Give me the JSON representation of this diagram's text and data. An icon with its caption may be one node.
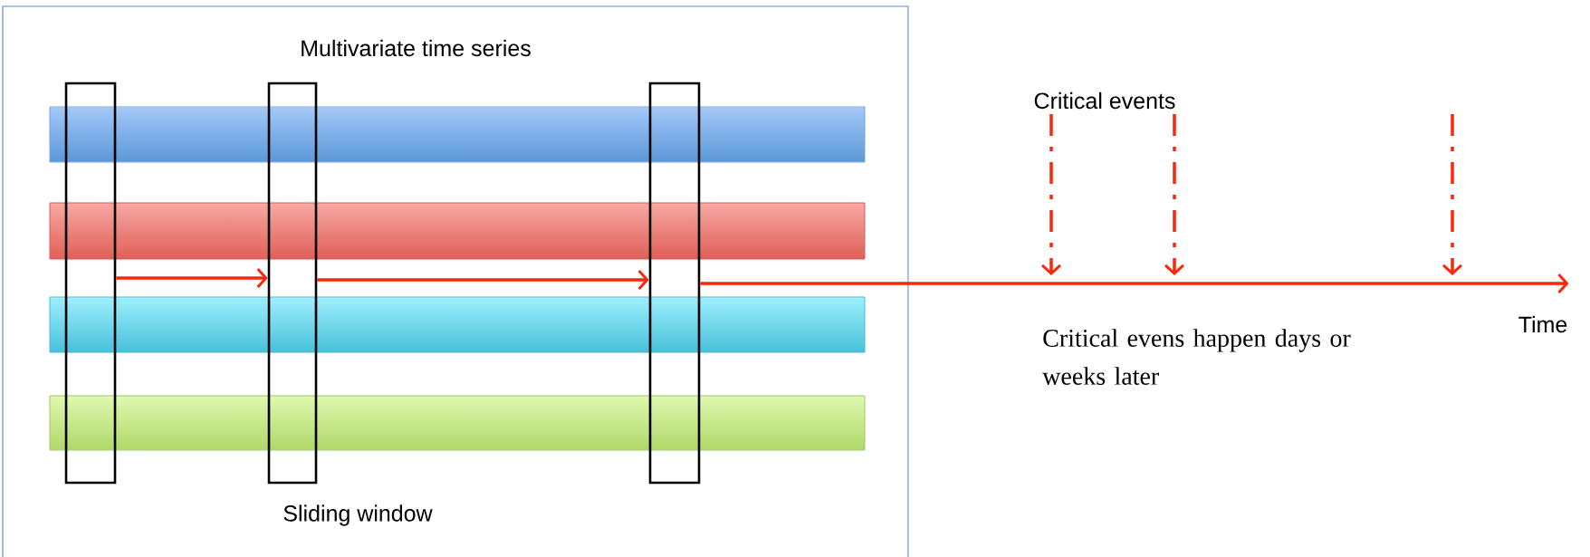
{
  "diagram": {
    "nodes": [
      {
        "text": [
          "Multivariate time series"
        ]
      },
      {
        "text": [],
        "shape": "bar",
        "in": 0
      },
      {
        "text": [],
        "shape": "bar",
        "in": 0
      },
      {
        "text": [],
        "shape": "bar",
        "in": 0
      },
      {
        "text": [],
        "shape": "bar",
        "in": 0
      },
      {
        "text": [],
        "shape": "box",
        "in": 0
      },
      {
        "text": [],
        "shape": "box",
        "in": 0
      },
      {
        "text": [],
        "shape": "box",
        "in": 0
      },
      {
        "text": [
          "Time"
        ]
      }
    ],
    "edges": [
      {
        "from": 5,
        "to": 6,
        "arrow": "to"
      },
      {
        "from": 6,
        "to": 7,
        "arrow": "to"
      },
      {
        "from": 7,
        "to": 8,
        "arrow": "to"
      }
    ],
    "labels": [
      "Sliding window",
      "Critical events",
      "Critical evens happen days or weeks later"
    ]
  }
}
